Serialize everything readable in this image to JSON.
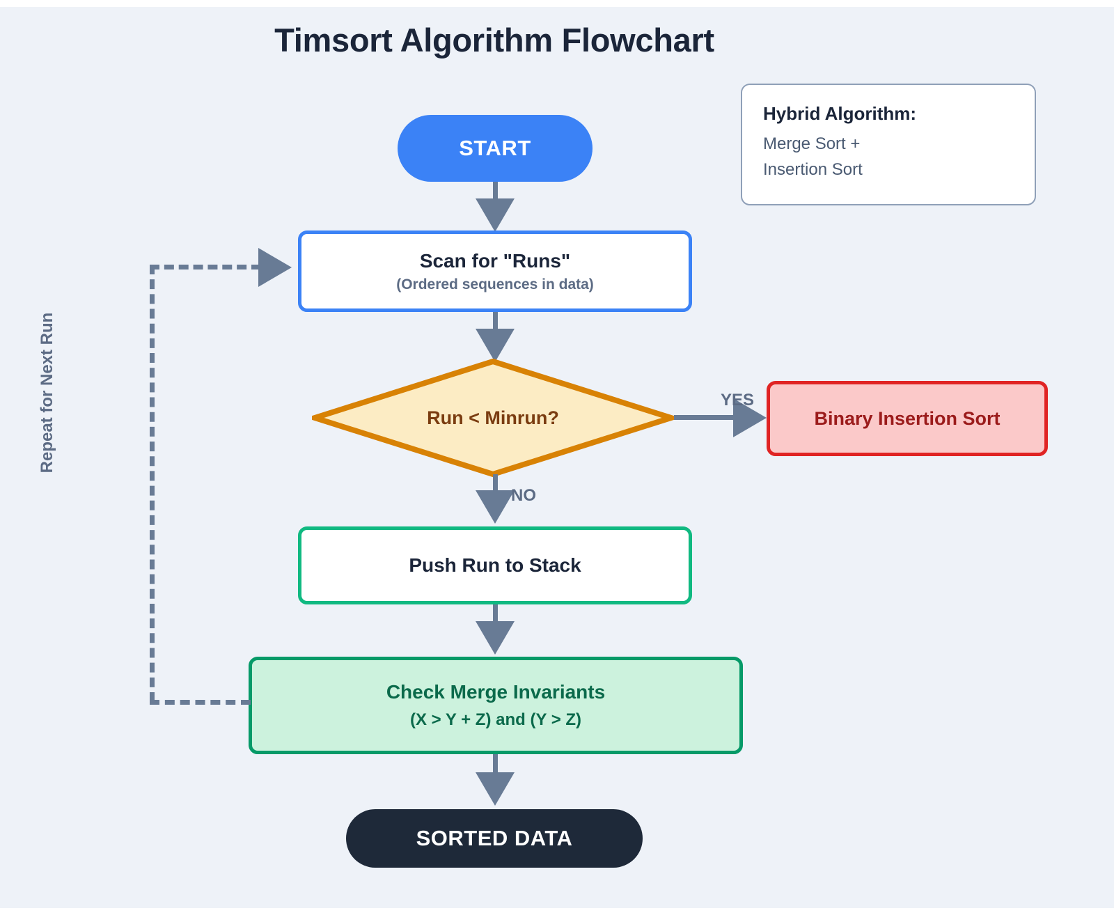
{
  "page": {
    "title": "Timsort Algorithm Flowchart",
    "background_color": "#eef2f8"
  },
  "legend": {
    "heading": "Hybrid Algorithm:",
    "line1": "Merge Sort +",
    "line2": "Insertion Sort",
    "border_color": "#8fa0b8"
  },
  "nodes": {
    "start": {
      "label": "START",
      "fill": "#3b82f6",
      "text_color": "#ffffff",
      "shape": "pill"
    },
    "scan": {
      "label": "Scan for \"Runs\"",
      "sublabel": "(Ordered sequences in data)",
      "fill": "#ffffff",
      "border_color": "#3b82f6",
      "text_color": "#1b2539",
      "shape": "rounded-rect"
    },
    "decision": {
      "label": "Run < Minrun?",
      "fill": "#fcecc4",
      "border_color": "#d88205",
      "text_color": "#7a3c10",
      "shape": "diamond"
    },
    "binary_insertion": {
      "label": "Binary Insertion Sort",
      "fill": "#fbc9c9",
      "border_color": "#e02424",
      "text_color": "#9b1b1b",
      "shape": "rounded-rect"
    },
    "push_run": {
      "label": "Push Run to Stack",
      "fill": "#ffffff",
      "border_color": "#10b981",
      "text_color": "#1b2539",
      "shape": "rounded-rect"
    },
    "check_merge": {
      "label": "Check Merge Invariants",
      "sublabel": "(X > Y + Z) and (Y > Z)",
      "fill": "#ccf2dd",
      "border_color": "#069a68",
      "text_color": "#0b6a4b",
      "shape": "rounded-rect"
    },
    "sorted": {
      "label": "SORTED DATA",
      "fill": "#1e2939",
      "text_color": "#ffffff",
      "shape": "pill"
    }
  },
  "edges": {
    "yes_label": "YES",
    "no_label": "NO",
    "repeat_label": "Repeat for Next Run",
    "arrow_color": "#687b95"
  }
}
